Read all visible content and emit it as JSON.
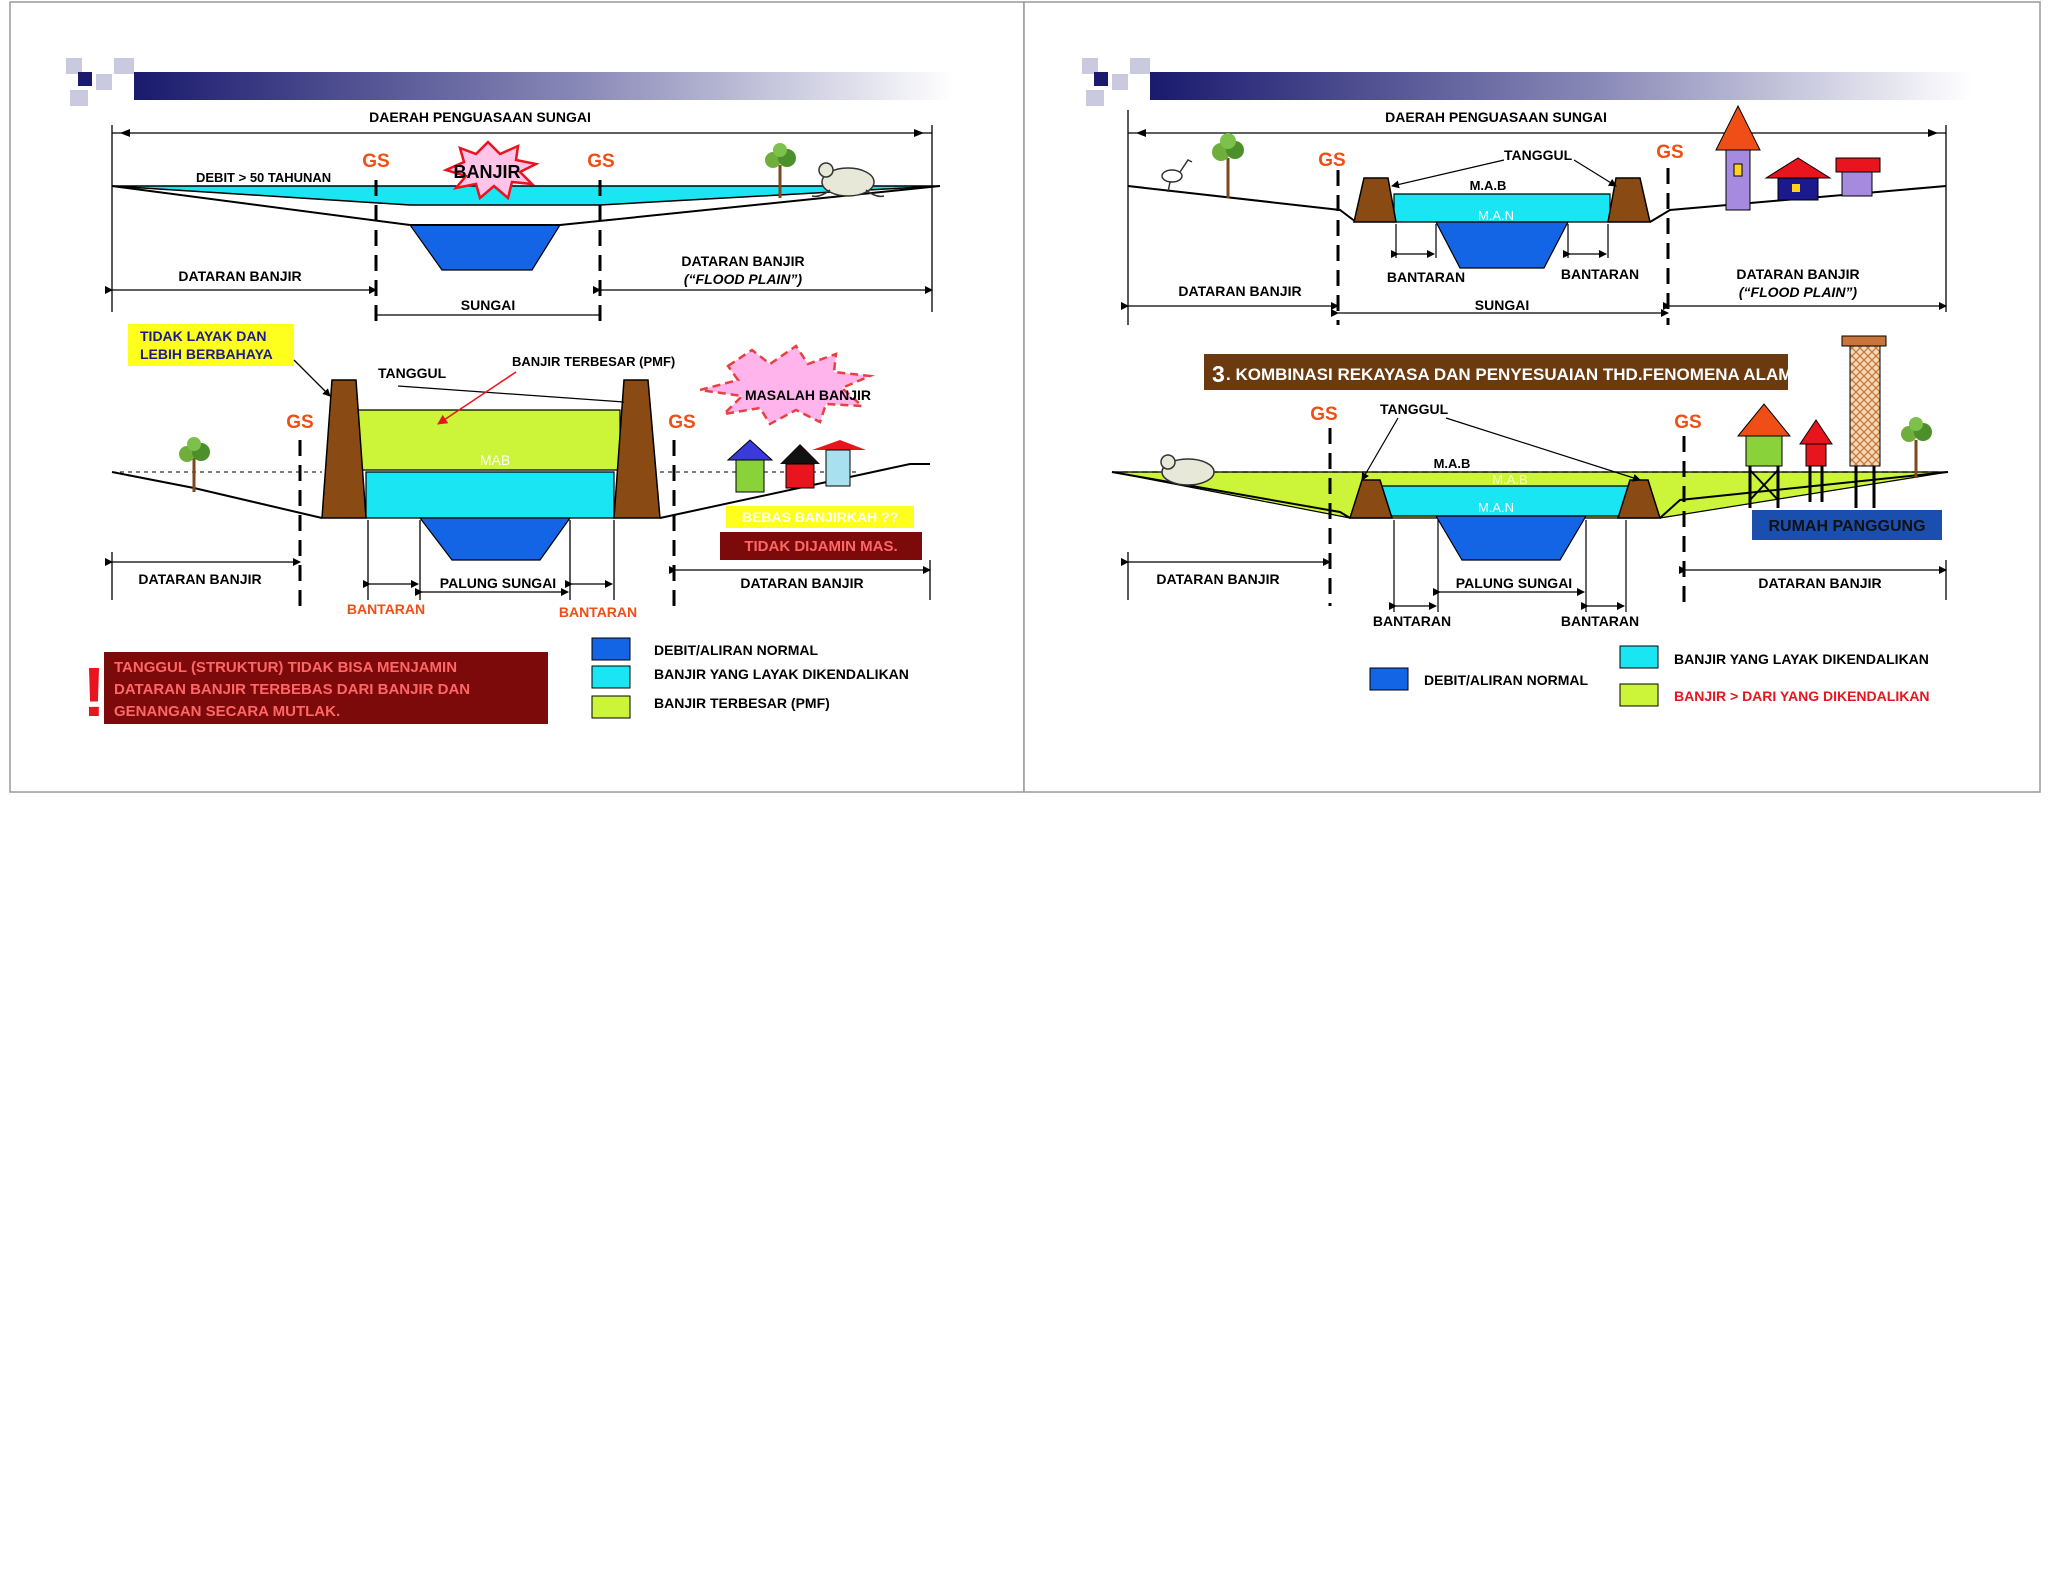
{
  "slide1": {
    "top": {
      "river_domain": "DAERAH PENGUASAAN SUNGAI",
      "gs_left": "GS",
      "gs_right": "GS",
      "flood_burst": "BANJIR",
      "debit": "DEBIT > 50 TAHUNAN",
      "floodplain_left": "DATARAN BANJIR",
      "floodplain_right_1": "DATARAN BANJIR",
      "floodplain_right_2": "(“FLOOD PLAIN”)",
      "river": "SUNGAI"
    },
    "bottom": {
      "warning_line1": "TIDAK LAYAK DAN",
      "warning_line2": "LEBIH BERBAHAYA",
      "levee": "TANGGUL",
      "max_flood": "BANJIR TERBESAR (PMF)",
      "flood_problem": "MASALAH BANJIR",
      "gs_left": "GS",
      "gs_right": "GS",
      "mab": "MAB",
      "free_flood": "BEBAS BANJIRKAH ??",
      "not_guaranteed": "TIDAK DIJAMIN MAS.",
      "floodplain_left": "DATARAN BANJIR",
      "channel": "PALUNG SUNGAI",
      "floodplain_right": "DATARAN BANJIR",
      "bank_left": "BANTARAN",
      "bank_right": "BANTARAN"
    },
    "note": {
      "mark": "!",
      "line1": "TANGGUL (STRUKTUR) TIDAK BISA MENJAMIN",
      "line2": "DATARAN BANJIR TERBEBAS DARI BANJIR DAN",
      "line3": "GENANGAN SECARA MUTLAK."
    },
    "legend": [
      {
        "label": "DEBIT/ALIRAN NORMAL",
        "color": "#1465e6"
      },
      {
        "label": "BANJIR YANG LAYAK DIKENDALIKAN",
        "color": "#19e6f2"
      },
      {
        "label": "BANJIR TERBESAR (PMF)",
        "color": "#ccf53a"
      }
    ]
  },
  "slide2": {
    "top": {
      "river_domain": "DAERAH PENGUASAAN SUNGAI",
      "gs_left": "GS",
      "gs_right": "GS",
      "levee": "TANGGUL",
      "mab": "M.A.B",
      "man": "M.A.N",
      "bank_left": "BANTARAN",
      "bank_right": "BANTARAN",
      "floodplain_left": "DATARAN BANJIR",
      "floodplain_right_1": "DATARAN BANJIR",
      "floodplain_right_2": "(“FLOOD PLAIN”)",
      "river": "SUNGAI"
    },
    "banner": {
      "number": "3",
      "text": ". KOMBINASI REKAYASA DAN PENYESUAIAN THD.FENOMENA ALAM"
    },
    "bottom": {
      "gs_left": "GS",
      "gs_right": "GS",
      "levee": "TANGGUL",
      "mab": "M.A.B",
      "mab_faint": "M.A.B",
      "man": "M.A.N",
      "stilt_house": "RUMAH PANGGUNG",
      "floodplain_left": "DATARAN BANJIR",
      "channel": "PALUNG SUNGAI",
      "floodplain_right": "DATARAN BANJIR",
      "bank_left": "BANTARAN",
      "bank_right": "BANTARAN"
    },
    "legend": [
      {
        "label": "DEBIT/ALIRAN NORMAL",
        "color": "#1465e6"
      },
      {
        "label": "BANJIR YANG LAYAK DIKENDALIKAN",
        "color": "#19e6f2"
      },
      {
        "label": "BANJIR > DARI YANG DIKENDALIKAN",
        "color": "#ccf53a",
        "text_color": "#e8141e"
      }
    ]
  }
}
